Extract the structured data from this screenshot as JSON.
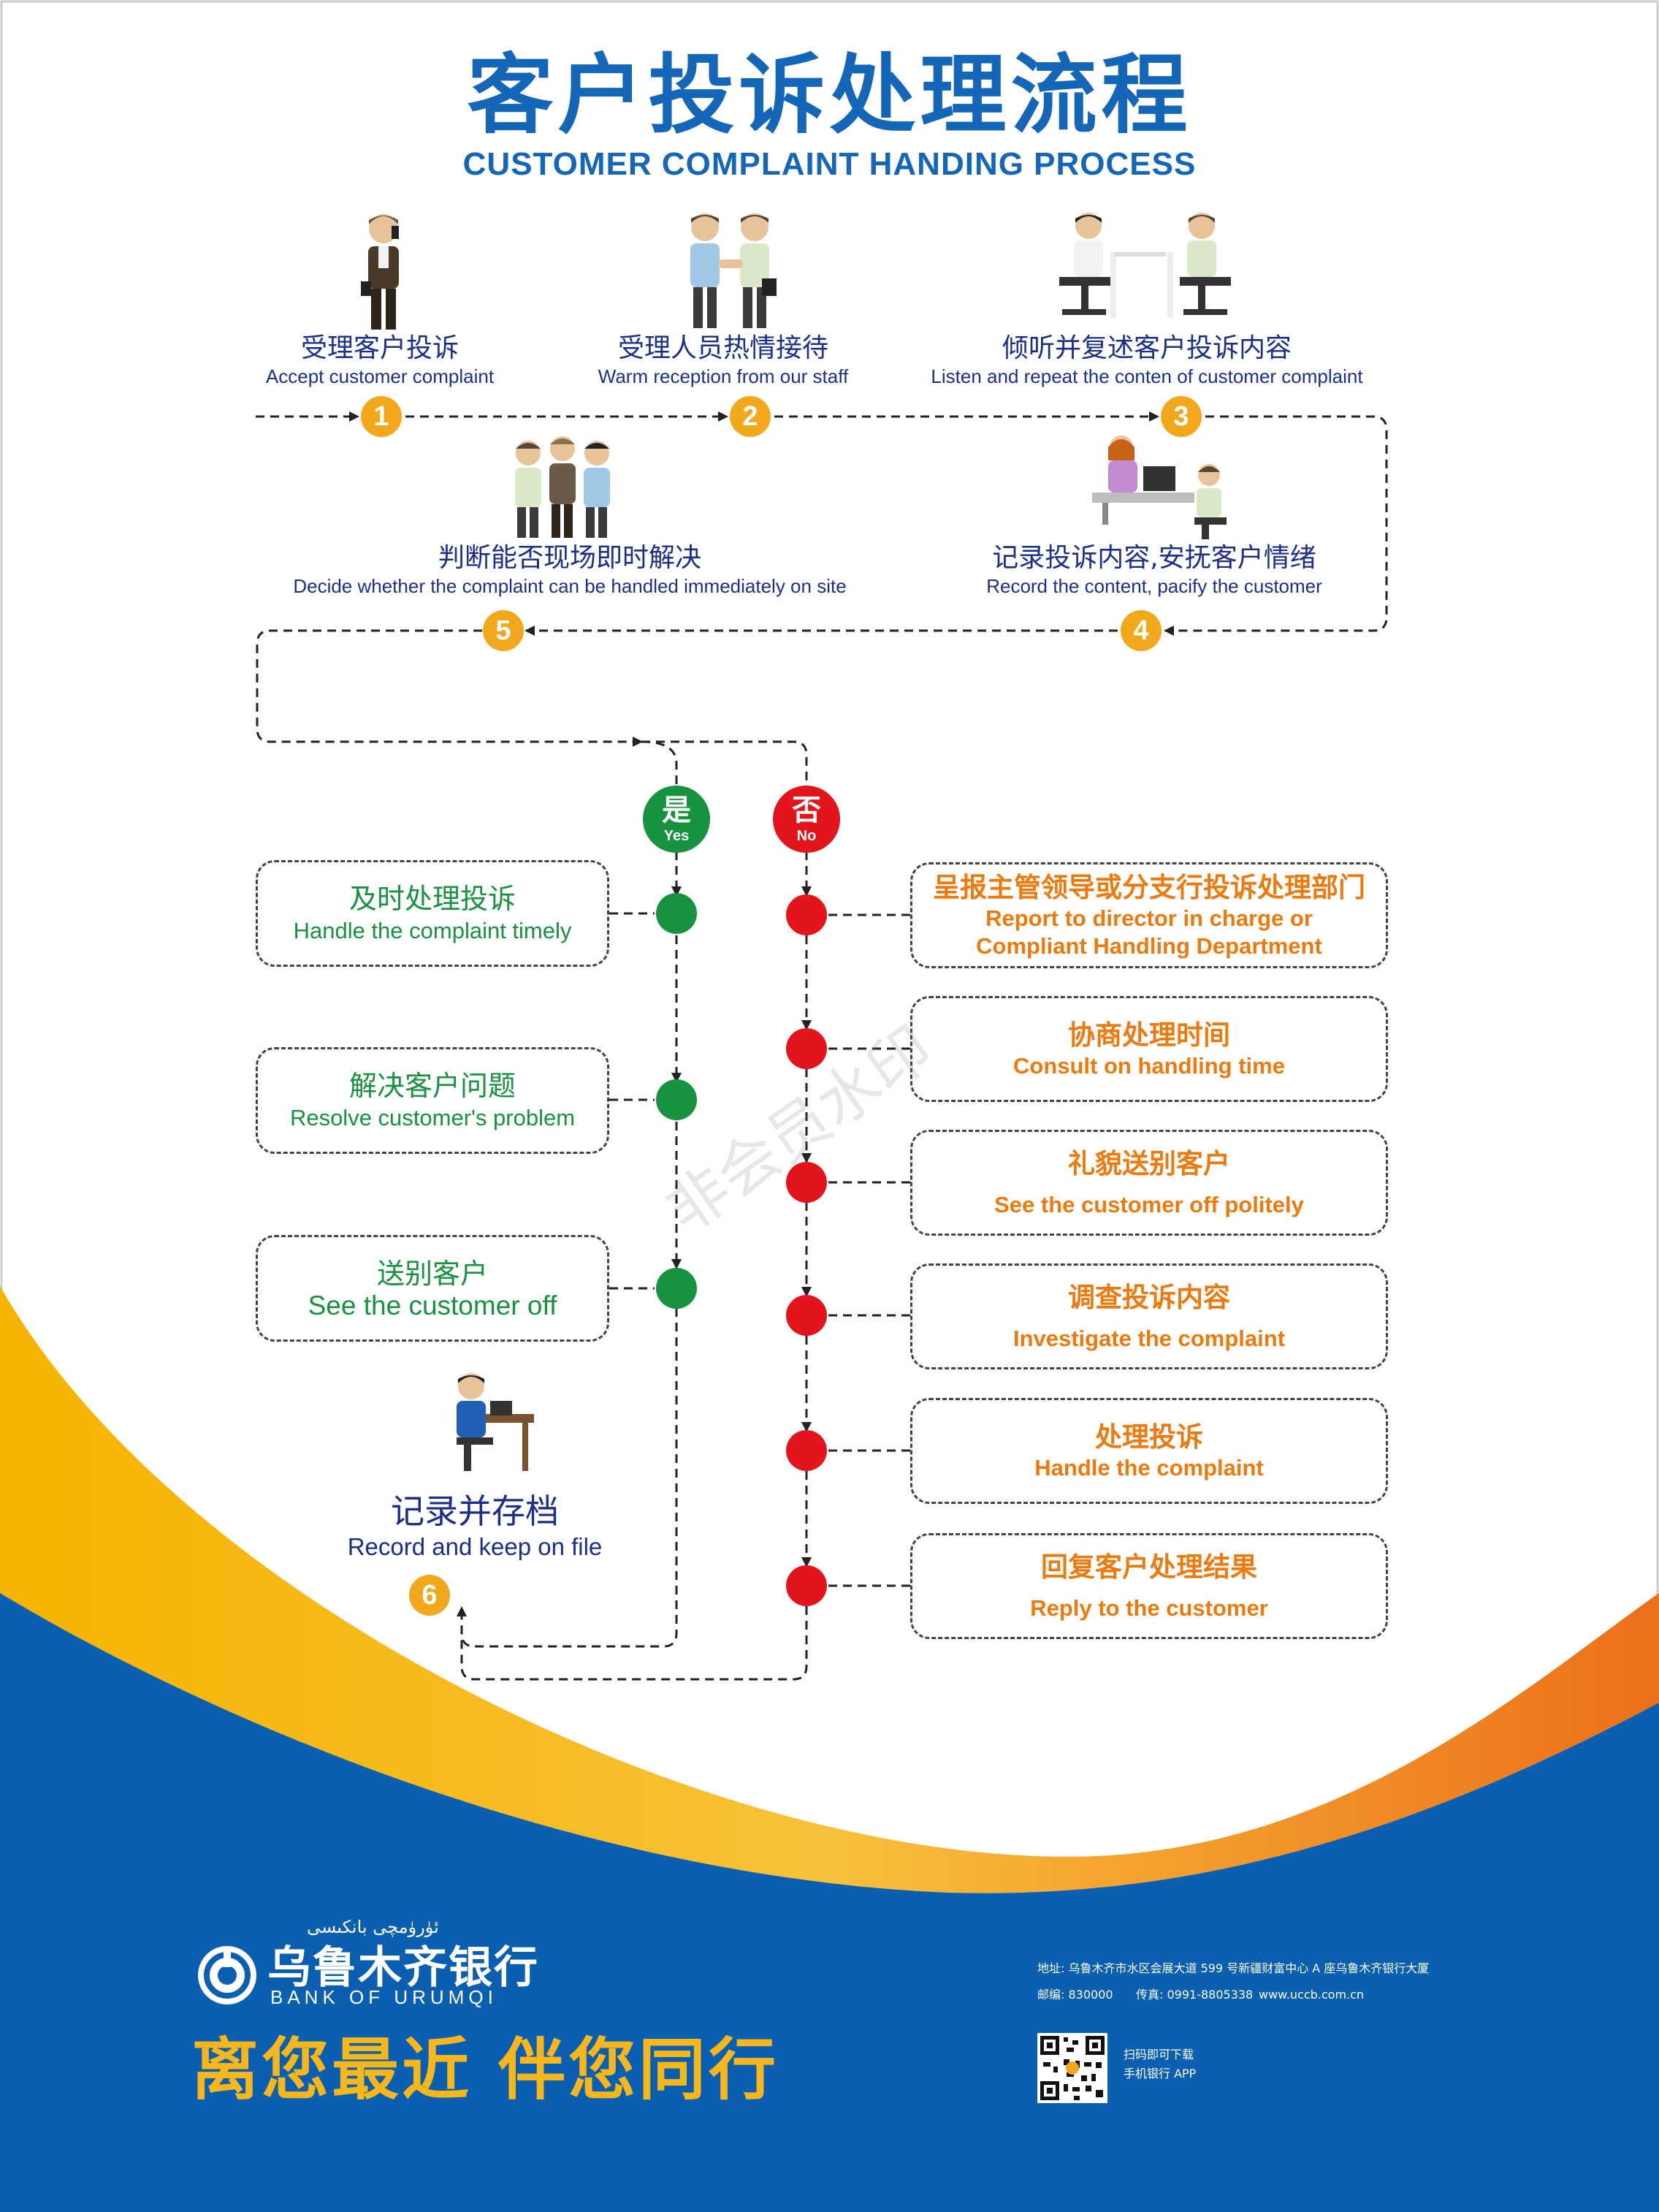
{
  "title": {
    "zh": "客户投诉处理流程",
    "en": "CUSTOMER COMPLAINT HANDING PROCESS"
  },
  "steps": [
    {
      "num": "1",
      "zh": "受理客户投诉",
      "en": "Accept customer complaint"
    },
    {
      "num": "2",
      "zh": "受理人员热情接待",
      "en": "Warm reception from our staff"
    },
    {
      "num": "3",
      "zh": "倾听并复述客户投诉内容",
      "en": "Listen and repeat the conten of customer complaint"
    },
    {
      "num": "4",
      "zh": "记录投诉内容,安抚客户情绪",
      "en": "Record the content, pacify the customer"
    },
    {
      "num": "5",
      "zh": "判断能否现场即时解决",
      "en": "Decide whether the complaint can be handled immediately on site"
    }
  ],
  "yes_badge": {
    "zh": "是",
    "en": "Yes"
  },
  "no_badge": {
    "zh": "否",
    "en": "No"
  },
  "yes_branch": [
    {
      "zh": "及时处理投诉",
      "en": "Handle the complaint timely"
    },
    {
      "zh": "解决客户问题",
      "en": "Resolve customer's problem"
    },
    {
      "zh": "送别客户",
      "en": "See the customer off"
    }
  ],
  "no_branch": [
    {
      "zh": "呈报主管领导或分支行投诉处理部门",
      "en": "Report to director in charge or",
      "en2": "Compliant Handling Department"
    },
    {
      "zh": "协商处理时间",
      "en": "Consult on handling time"
    },
    {
      "zh": "礼貌送别客户",
      "en": "See the customer off politely"
    },
    {
      "zh": "调查投诉内容",
      "en": "Investigate the complaint"
    },
    {
      "zh": "处理投诉",
      "en": "Handle the complaint"
    },
    {
      "zh": "回复客户处理结果",
      "en": "Reply to the customer"
    }
  ],
  "final_step": {
    "num": "6",
    "zh": "记录并存档",
    "en": "Record and keep on file"
  },
  "bank": {
    "ug": "ئۈرۈمچى بانكىسى",
    "zh": "乌鲁木齐银行",
    "en": "BANK OF URUMQI"
  },
  "slogan": "离您最近 伴您同行",
  "contact": {
    "address": "地址: 乌鲁木齐市水区会展大道 599 号新疆财富中心 A 座乌鲁木齐银行大厦",
    "postcode": "邮编: 830000",
    "fax": "传真: 0991-8805338",
    "website": "www.uccb.com.cn"
  },
  "qr": {
    "line1": "扫码即可下载",
    "line2": "手机银行 APP"
  },
  "watermark": "非会员水印",
  "colors": {
    "blue": "#1366b8",
    "green": "#17923f",
    "red": "#e3141c",
    "orange": "#ee7a0d",
    "yellow": "#f1a81c",
    "navy": "#1b2f8a"
  }
}
